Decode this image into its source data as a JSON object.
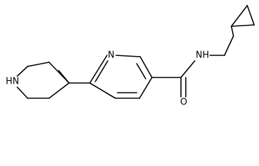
{
  "molecule": {
    "atoms": {
      "pyridine_n": "N",
      "amide_nh": "NH",
      "amide_o": "O",
      "piperidine_nh": "HN"
    }
  }
}
